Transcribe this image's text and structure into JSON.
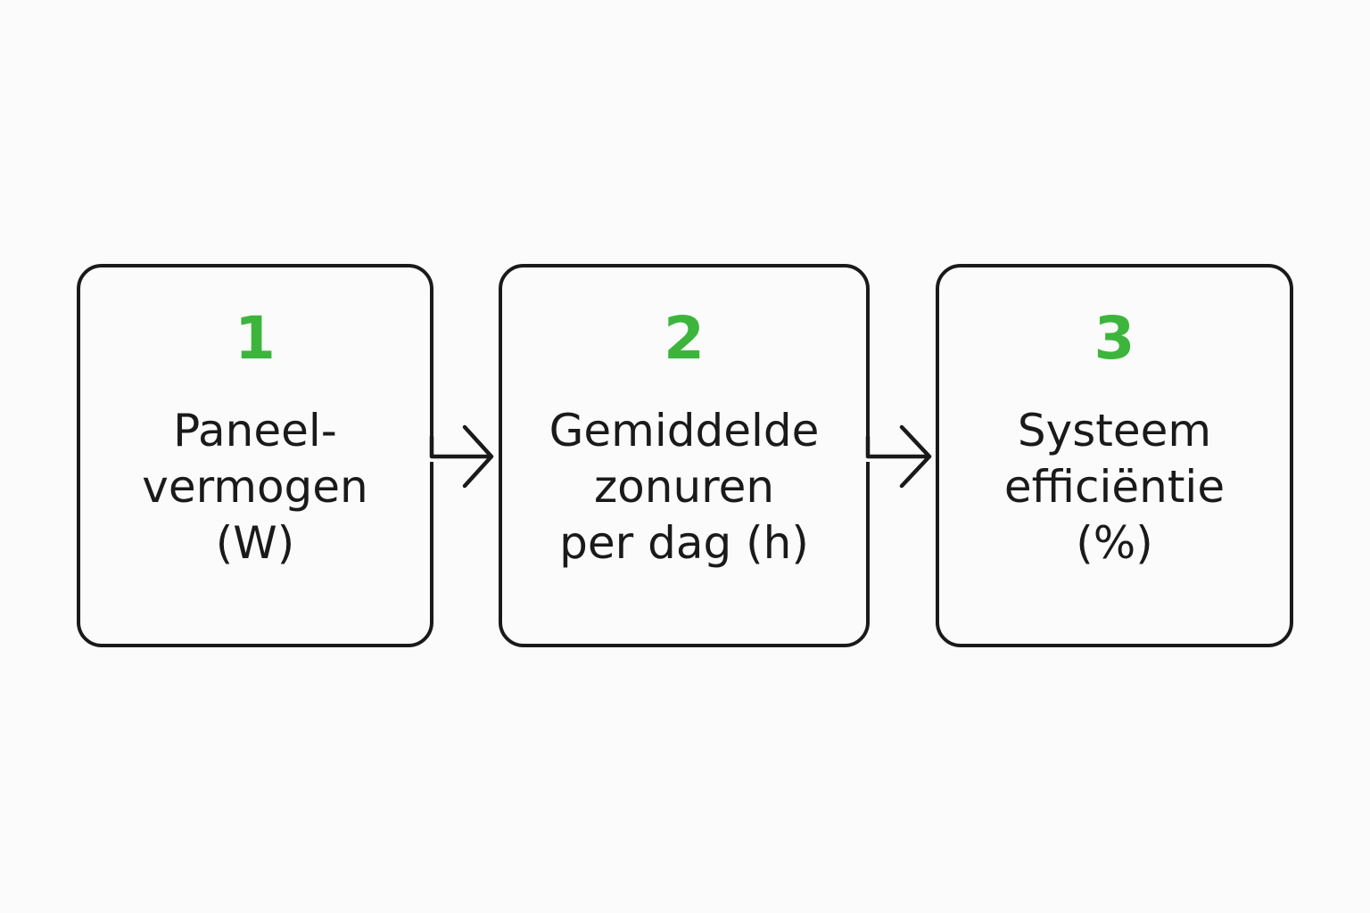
{
  "colors": {
    "accent": "#3db53d",
    "text": "#1a1a1a",
    "border": "#1a1a1a",
    "background": "#fbfbfb"
  },
  "steps": [
    {
      "number": "1",
      "label_lines": [
        "Paneel-",
        "vermogen",
        "(W)"
      ]
    },
    {
      "number": "2",
      "label_lines": [
        "Gemiddelde",
        "zonuren",
        "per dag (h)"
      ]
    },
    {
      "number": "3",
      "label_lines": [
        "Systeem",
        "efficiëntie",
        "(%)"
      ]
    }
  ],
  "connectors": [
    {
      "from": "1",
      "to": "2",
      "icon": "arrow-right-icon"
    },
    {
      "from": "2",
      "to": "3",
      "icon": "arrow-right-icon"
    }
  ]
}
